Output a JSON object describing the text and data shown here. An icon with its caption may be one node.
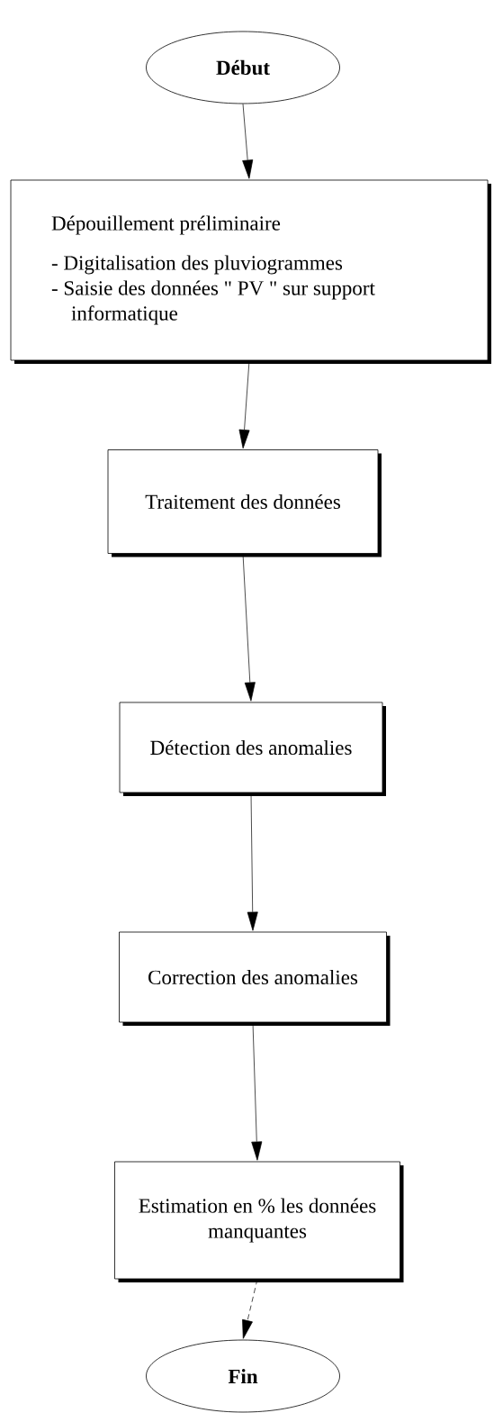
{
  "diagram": {
    "nodes": [
      {
        "text": [
          "Début"
        ]
      },
      {
        "text": [
          "Dépouillement préliminaire",
          "- Digitalisation des pluviogrammes",
          "- Saisie des données \" PV \" sur support informatique"
        ]
      },
      {
        "text": [
          "Traitement des données"
        ]
      },
      {
        "text": [
          "Détection des anomalies"
        ]
      },
      {
        "text": [
          "Correction des anomalies"
        ]
      },
      {
        "text": [
          "Estimation en % les données manquantes"
        ]
      },
      {
        "text": [
          "Fin"
        ]
      }
    ],
    "edges": [
      {
        "from": 0,
        "to": 1,
        "arrow": "to"
      },
      {
        "from": 1,
        "to": 2,
        "arrow": "to"
      },
      {
        "from": 2,
        "to": 3,
        "arrow": "to"
      },
      {
        "from": 3,
        "to": 4,
        "arrow": "to"
      },
      {
        "from": 4,
        "to": 5,
        "arrow": "to"
      },
      {
        "from": 5,
        "to": 6,
        "arrow": "to",
        "style": "dashed"
      }
    ]
  }
}
